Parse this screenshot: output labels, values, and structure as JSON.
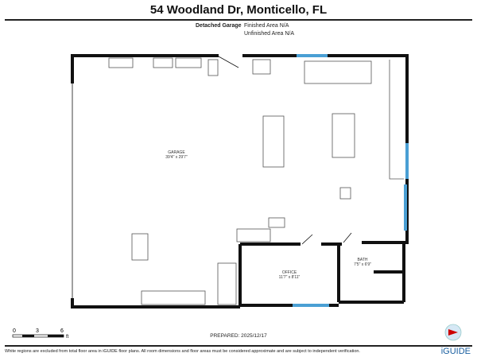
{
  "title": "54 Woodland Dr, Monticello, FL",
  "building": {
    "name": "Detached Garage",
    "finished": "Finished Area N/A",
    "unfinished": "Unfinished Area N/A"
  },
  "rooms": [
    {
      "name": "GARAGE",
      "dims": "39'4\" x 29'7\""
    },
    {
      "name": "OFFICE",
      "dims": "11'7\" x 8'11\""
    },
    {
      "name": "BATH",
      "dims": "7'5\" x 6'9\""
    }
  ],
  "scale": {
    "ticks": [
      "0",
      "3",
      "6"
    ],
    "unit": "ft"
  },
  "prepared": "PREPARED: 2025/12/17",
  "disclaimer": "White regions are excluded from total floor area in iGUIDE floor plans. All room dimensions and floor areas must be considered approximate and are subject to independent verification.",
  "brand": "iGUIDE",
  "colors": {
    "wall": "#111111",
    "window": "#4a9fd4",
    "accent": "#1a5fa0"
  }
}
